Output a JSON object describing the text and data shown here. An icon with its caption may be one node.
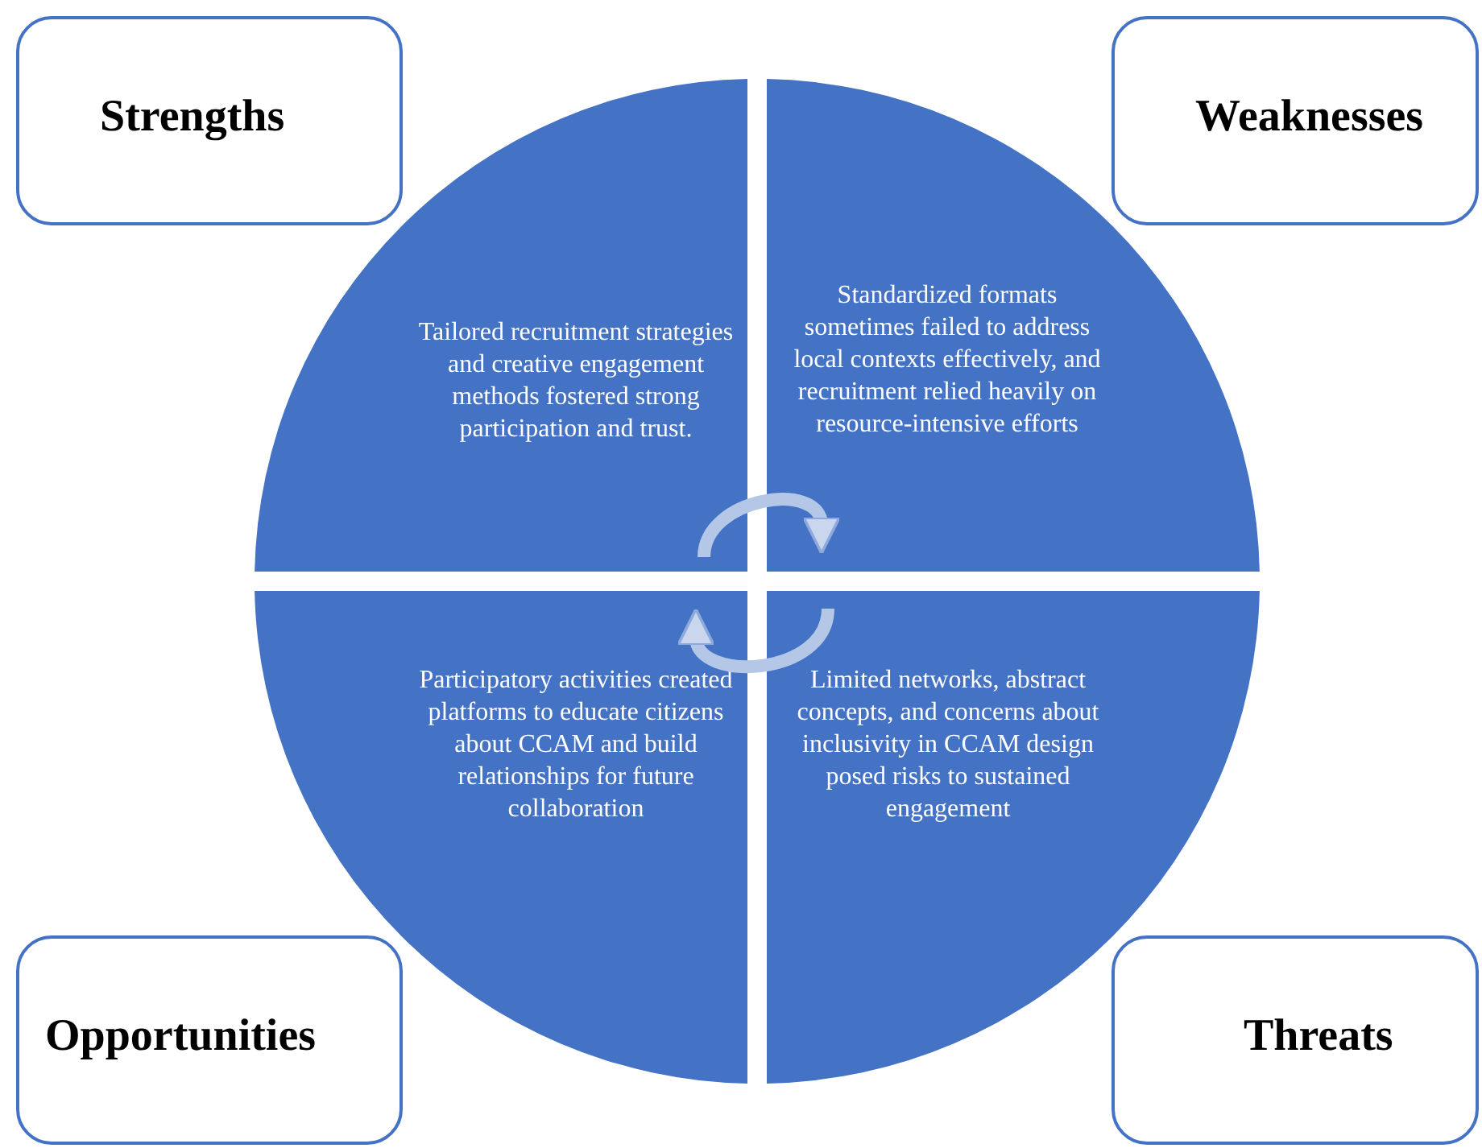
{
  "diagram": {
    "nodes": [
      {
        "text": [
          "Strengths"
        ]
      },
      {
        "text": [
          "Weaknesses"
        ]
      },
      {
        "text": [
          "Tailored recruitment strategies and creative engagement methods fostered strong participation and trust."
        ]
      },
      {
        "text": [
          "Standardized formats sometimes failed to address local contexts effectively, and recruitment relied heavily on resource-intensive efforts"
        ]
      },
      {
        "text": [
          "Participatory activities created platforms to educate citizens about CCAM and build relationships for future collaboration"
        ]
      },
      {
        "text": [
          "Limited networks, abstract concepts, and concerns about inclusivity in CCAM design posed risks to sustained engagement"
        ]
      },
      {
        "text": [
          "Opportunities"
        ]
      },
      {
        "text": [
          "Threats"
        ]
      }
    ],
    "edges": [
      {
        "from": 2,
        "to": 3,
        "arrow": "to"
      },
      {
        "from": 5,
        "to": 4,
        "arrow": "to"
      }
    ]
  }
}
